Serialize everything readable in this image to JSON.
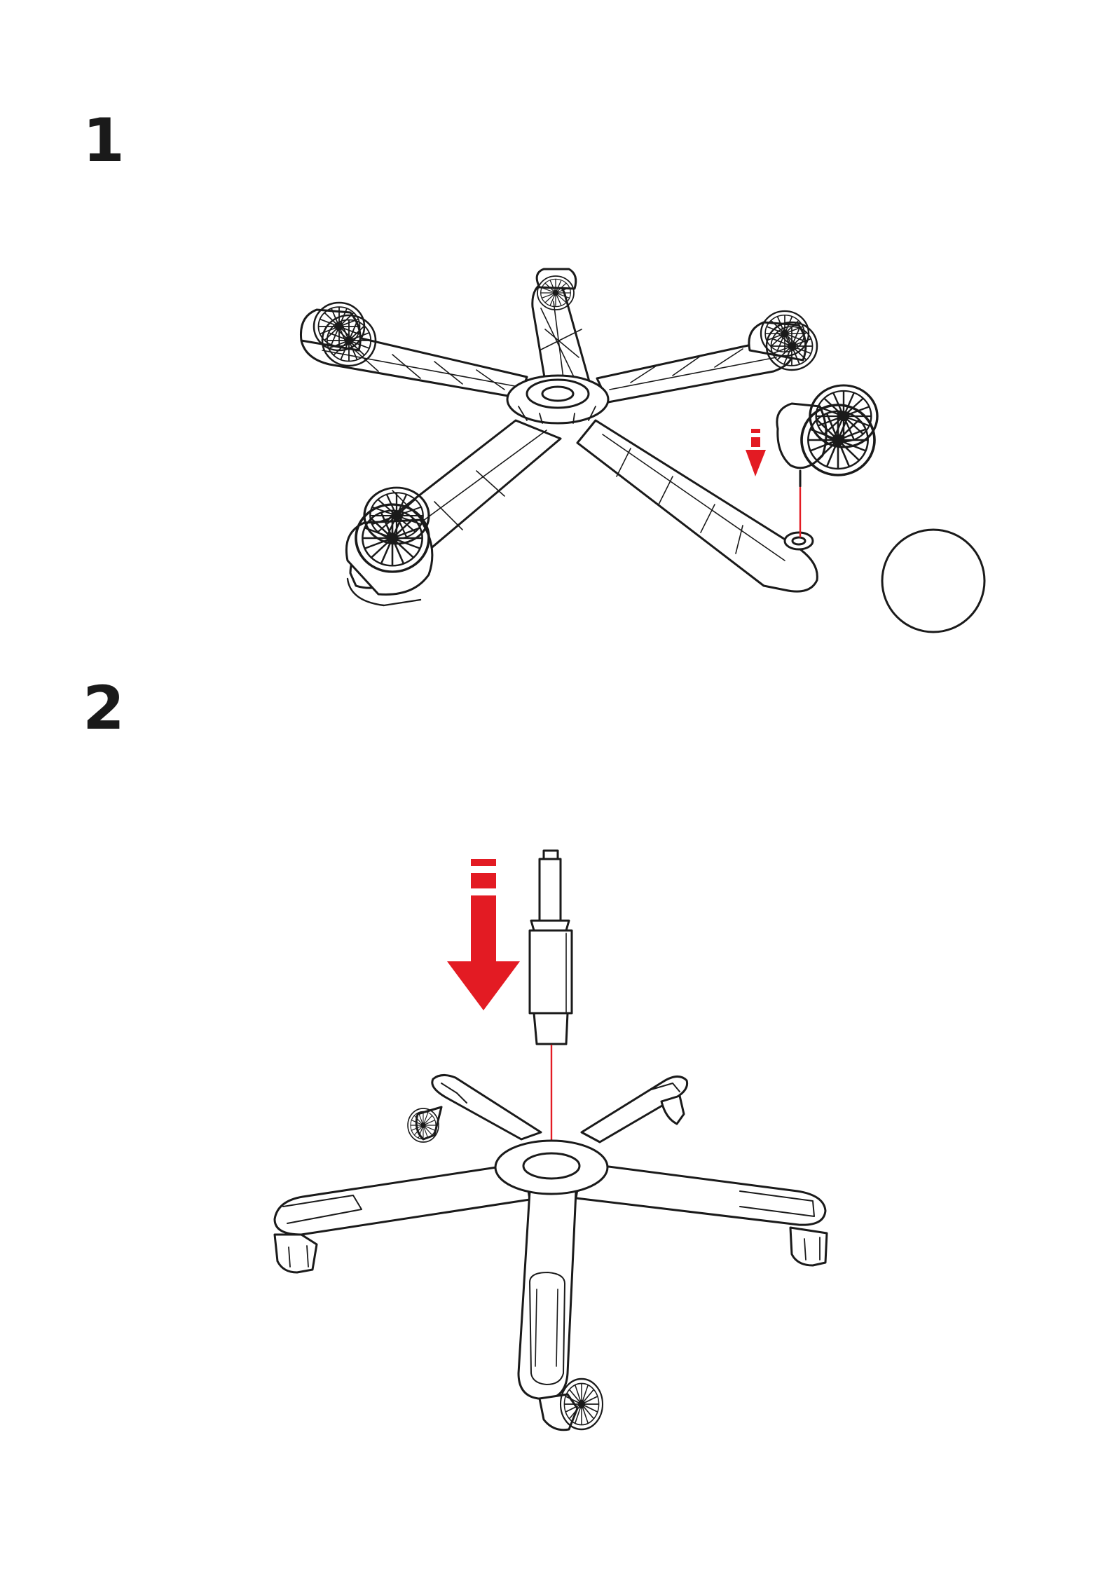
{
  "steps": [
    {
      "number": "1",
      "illustration": "caster-wheel-insertion"
    },
    {
      "number": "2",
      "illustration": "gas-lift-insertion"
    }
  ],
  "colors": {
    "accent_red": "#e31b23",
    "line": "#1a1a1a",
    "background": "#ffffff"
  }
}
